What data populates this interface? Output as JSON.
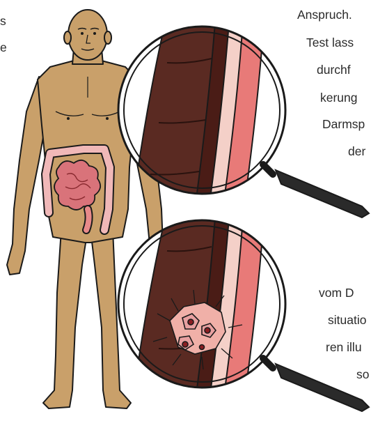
{
  "left_text": [
    "s",
    "e"
  ],
  "right_text_top": [
    "Anspruch.",
    "Test lass",
    "durchf",
    "kerung",
    "Darmsp",
    "der"
  ],
  "right_text_bottom": [
    "vom D",
    "situatio",
    "ren illu",
    "so"
  ],
  "illustration": {
    "person_skin": "#c9a06a",
    "outline": "#1a1a1a",
    "intestine_color": "#e8a0a0",
    "wall_dark": "#5a2a22",
    "lining_pink": "#e87a78",
    "tumor_color": "#f0b0a8",
    "magnifier_handle": "#2a2a2a",
    "icons": [
      "healthy-colon-magnifier",
      "tumor-colon-magnifier",
      "human-body"
    ]
  }
}
